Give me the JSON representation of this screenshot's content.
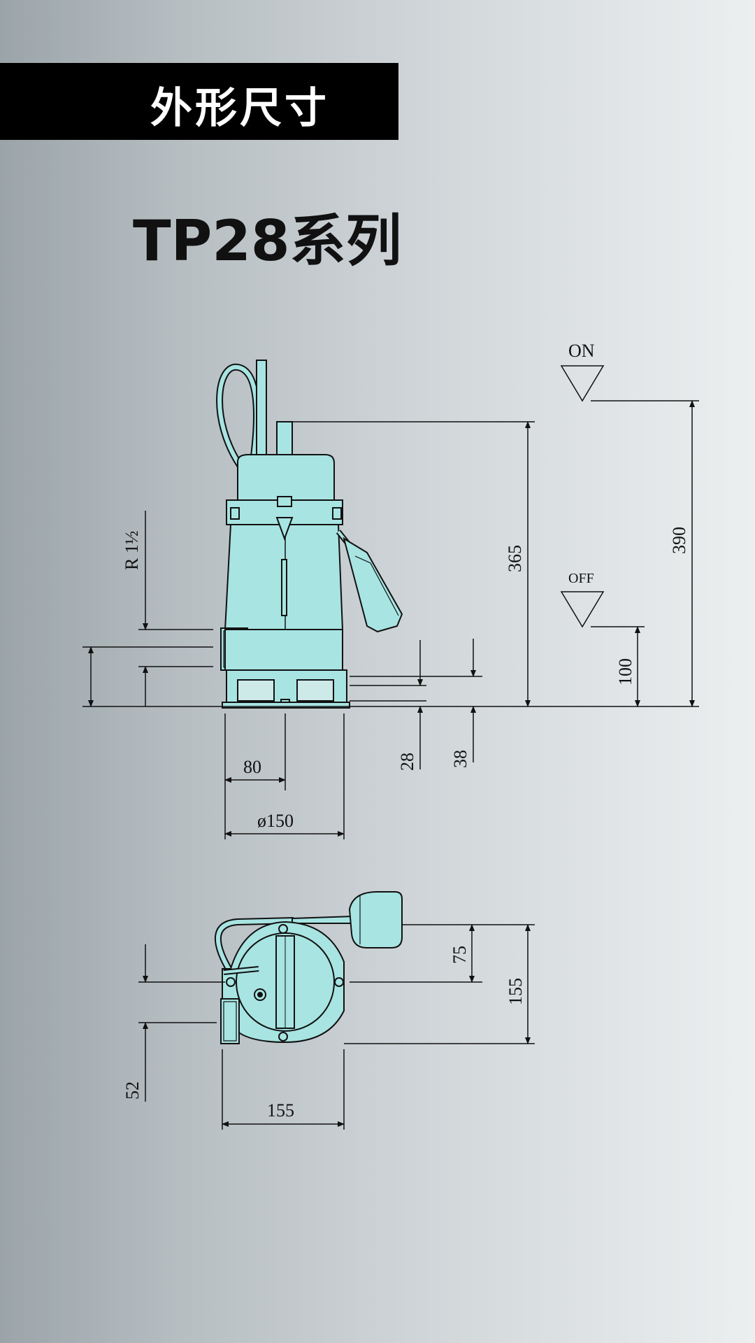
{
  "header": {
    "title": "外形尺寸"
  },
  "series": {
    "title": "TP28系列"
  },
  "diagram": {
    "level_on": "ON",
    "level_off": "OFF",
    "dim_outlet_thread": "R 1½",
    "dim_height_body": "365",
    "dim_height_on": "390",
    "dim_height_off": "100",
    "dim_foot_28": "28",
    "dim_foot_38": "38",
    "dim_half_width": "80",
    "dim_diameter": "ø150",
    "dim_top_75": "75",
    "dim_top_155_v": "155",
    "dim_top_52": "52",
    "dim_top_155_h": "155"
  },
  "colors": {
    "pump_fill": "#a7e4e2",
    "line": "#111111",
    "header_bg": "#000000"
  }
}
